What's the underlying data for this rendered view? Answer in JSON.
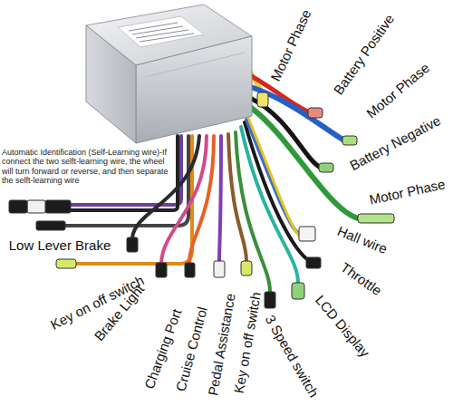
{
  "diagram": {
    "labels": [
      "Automatic Identification (Self-Learning wire)-If connect the two selft-learning wire, the wheel will turn forward or reverse, and then separate the selft-learning wire",
      "Low Lever Brake",
      "Key on off switch",
      "Brake Light",
      "Charging Port",
      "Cruise Control",
      "Pedal Assistance",
      "Key on off switch",
      "3 Speed switch",
      "LCD Display",
      "Throttle",
      "Hall wire",
      "Motor Phase",
      "Battery Negative",
      "Motor Phase",
      "Battery Positive",
      "Motor Phase"
    ]
  }
}
